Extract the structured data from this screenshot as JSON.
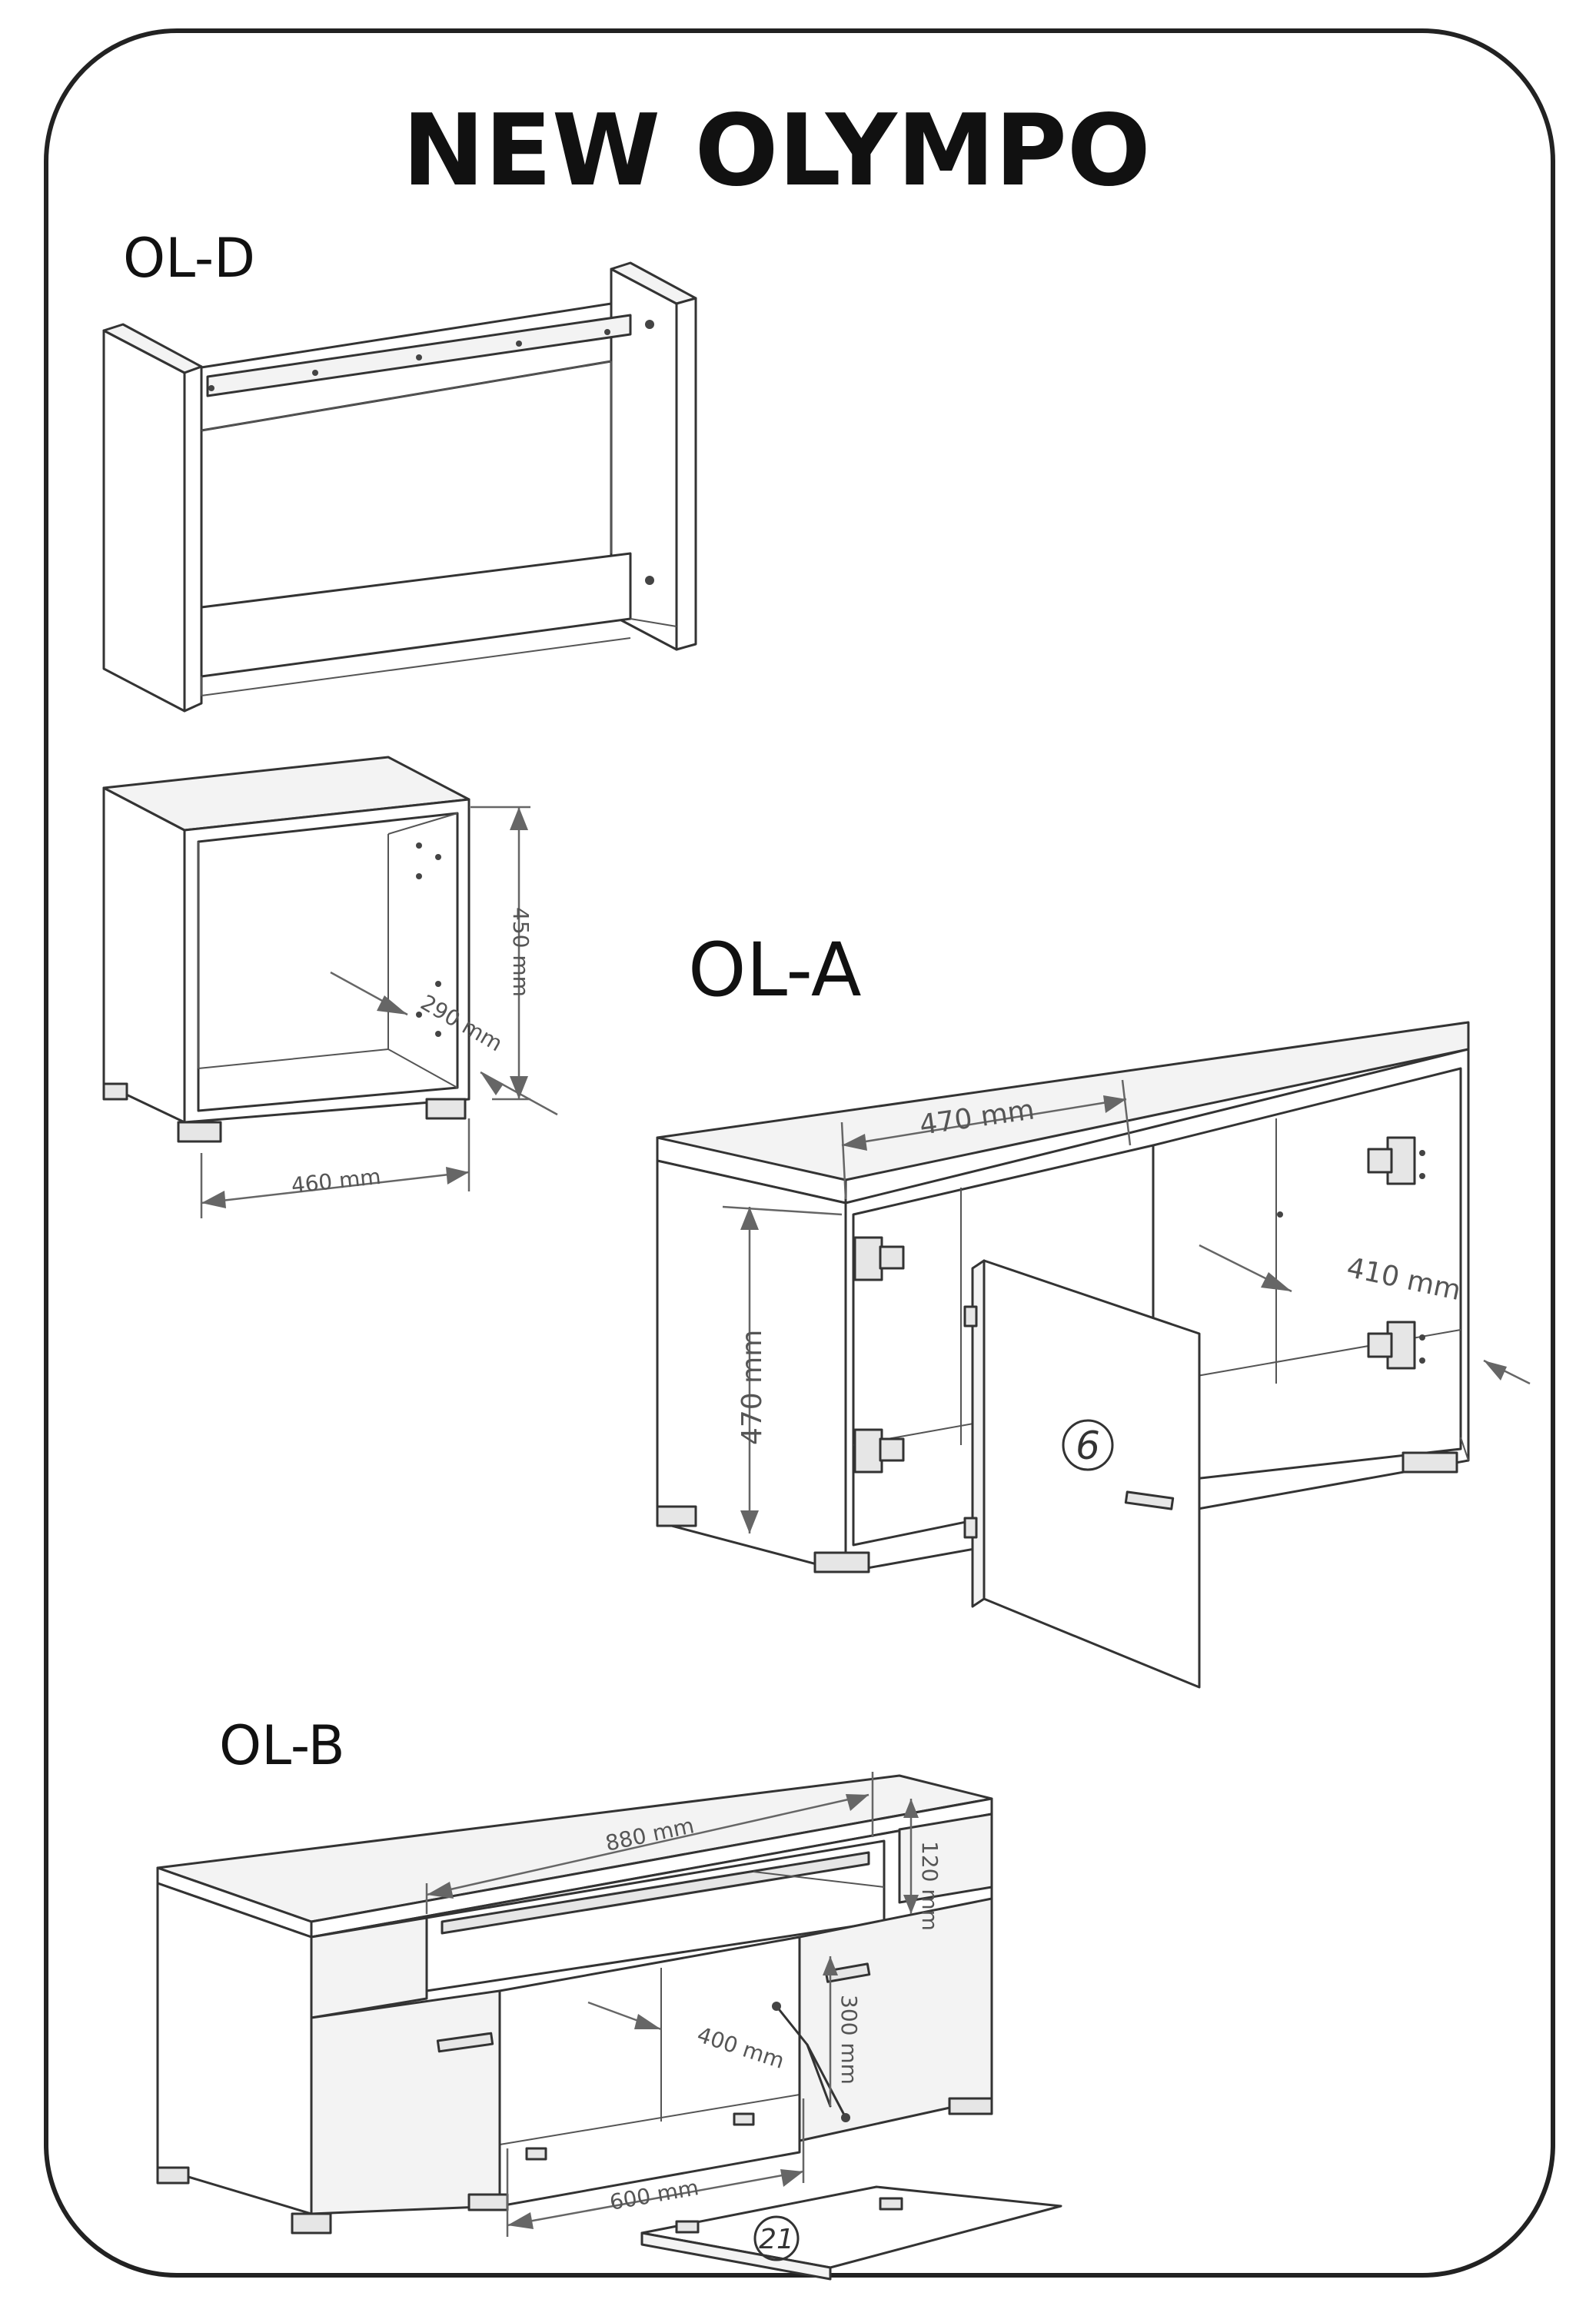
{
  "title": "NEW OLYMPO",
  "models": {
    "ol_d": {
      "name": "OL-D"
    },
    "ol_d_lower": {
      "dim_height": "450 mm",
      "dim_depth": "290 mm",
      "dim_width": "460 mm"
    },
    "ol_a": {
      "name": "OL-A",
      "dim_width": "470 mm",
      "dim_height": "470 mm",
      "dim_depth": "410 mm",
      "part_number": "6"
    },
    "ol_b": {
      "name": "OL-B",
      "dim_top_width": "880 mm",
      "dim_top_height": "120 mm",
      "dim_depth": "400 mm",
      "dim_inner_height": "300 mm",
      "dim_bottom_width": "600 mm",
      "part_number": "21"
    }
  }
}
